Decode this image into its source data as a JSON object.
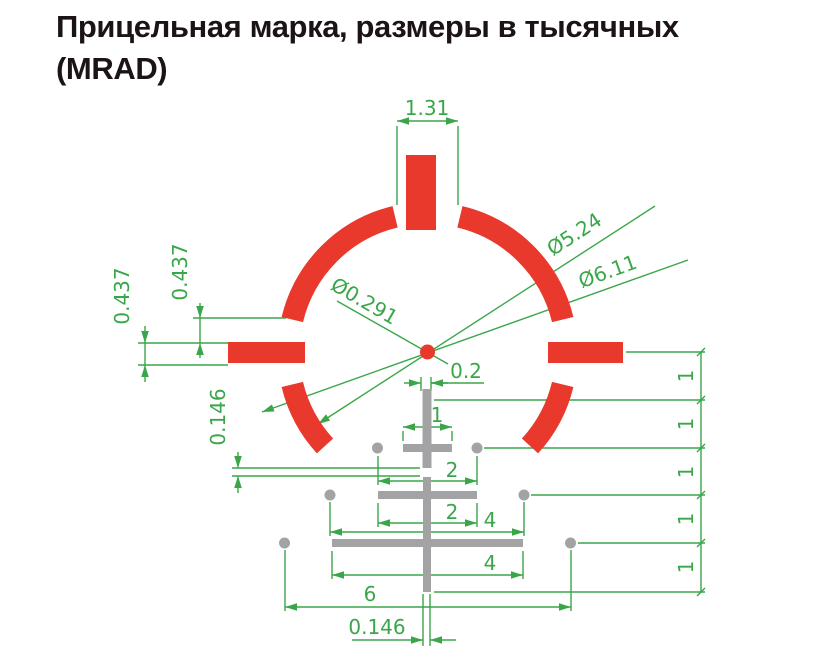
{
  "title": {
    "line1": "Прицельная марка, размеры в тысячных",
    "line2": "(MRAD)"
  },
  "units": "MRAD",
  "colors": {
    "reticle_red": "#e9392c",
    "dimension_green": "#3aa64a",
    "ladder_gray": "#a3a3a5",
    "title_text": "#1c1315",
    "background": "#ffffff"
  },
  "labels": {
    "top_post_width": "1.31",
    "ring_thickness": "0.437",
    "post_gap": "0.437",
    "center_dot_diameter": "Ø0.291",
    "circle_inner_diameter": "Ø5.24",
    "circle_outer_diameter": "Ø6.11",
    "stem_top_width": "0.2",
    "bar1_width": "1",
    "dots1_span": "2",
    "bar2_width": "2",
    "dots2_span": "4",
    "bar3_width": "4",
    "dots3_span": "6",
    "left_gap": "0.146",
    "stem_bottom_width": "0.146",
    "mil_steps": [
      "1",
      "1",
      "1",
      "1",
      "1"
    ]
  }
}
